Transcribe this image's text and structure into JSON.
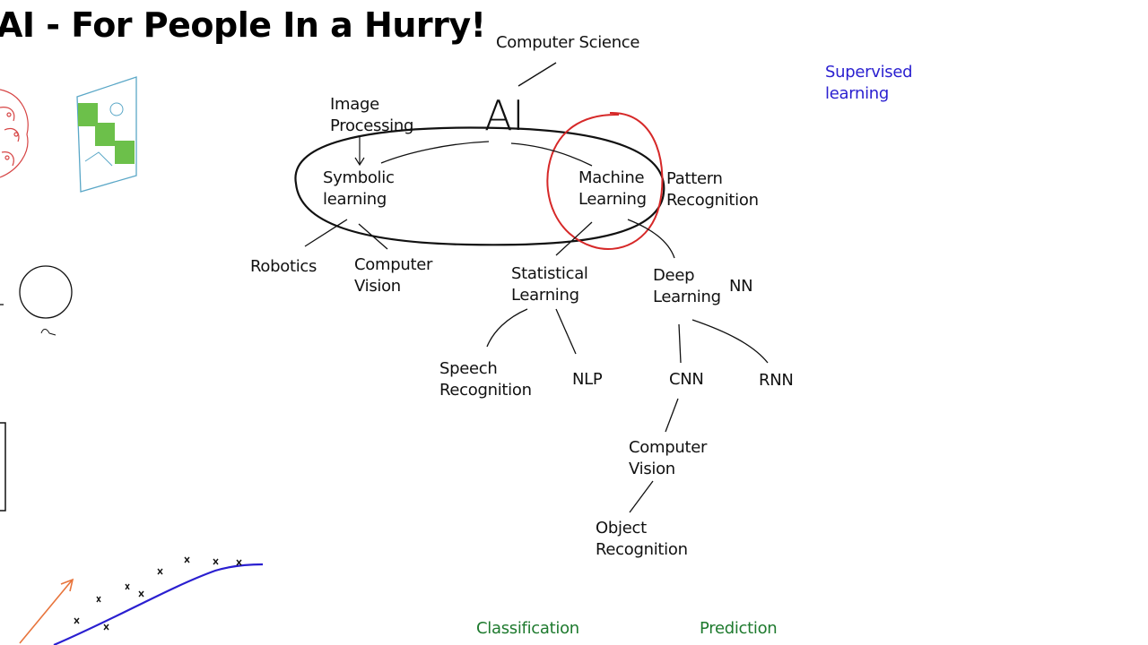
{
  "title": "AI - For People In a Hurry!",
  "diagram": {
    "top": "Computer Science",
    "root": "AI",
    "image_processing": [
      "Image",
      "Processing"
    ],
    "symbolic_learning": [
      "Symbolic",
      "learning"
    ],
    "machine_learning": [
      "Machine",
      "Learning"
    ],
    "pattern_recognition": [
      "Pattern",
      "Recognition"
    ],
    "robotics": "Robotics",
    "computer_vision_1": [
      "Computer",
      "Vision"
    ],
    "statistical_learning": [
      "Statistical",
      "Learning"
    ],
    "deep_learning": [
      "Deep",
      "Learning"
    ],
    "nn": "NN",
    "speech_recognition": [
      "Speech",
      "Recognition"
    ],
    "nlp": "NLP",
    "cnn": "CNN",
    "rnn": "RNN",
    "computer_vision_2": [
      "Computer",
      "Vision"
    ],
    "object_recognition": [
      "Object",
      "Recognition"
    ]
  },
  "side_notes": {
    "supervised": [
      "Supervised",
      "learning"
    ],
    "classification": "Classification",
    "prediction": "Prediction"
  },
  "colors": {
    "ink": "#111111",
    "highlight_circle": "#d62828",
    "note_blue": "#2a1fd0",
    "note_green": "#1e7a2e",
    "curve_blue": "#2a1fd0",
    "arrow_orange": "#e8743b",
    "green_squares": "#6cc04a",
    "sketch_red": "#d64545"
  }
}
